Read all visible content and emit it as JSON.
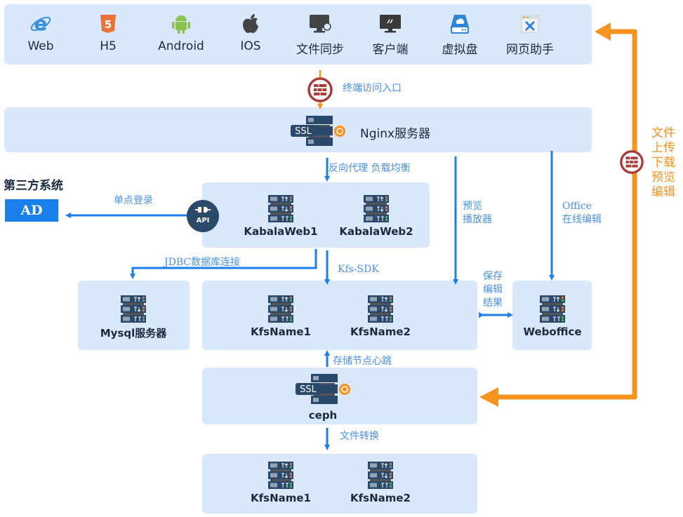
{
  "clients": [
    {
      "label": "Web",
      "icon": "ie-browser-icon"
    },
    {
      "label": "H5",
      "icon": "html5-icon"
    },
    {
      "label": "Android",
      "icon": "android-icon"
    },
    {
      "label": "IOS",
      "icon": "apple-icon"
    },
    {
      "label": "文件同步",
      "icon": "monitor-sync-icon"
    },
    {
      "label": "客户端",
      "icon": "desktop-client-icon"
    },
    {
      "label": "虚拟盘",
      "icon": "virtual-disk-icon"
    },
    {
      "label": "网页助手",
      "icon": "web-tool-icon"
    }
  ],
  "entry_label": "终端访问入口",
  "nginx": {
    "ssl": "SSL",
    "label": "Nginx服务器"
  },
  "third_party": {
    "title": "第三方系统",
    "ad": "AD",
    "sso_label": "单点登录",
    "api": "API"
  },
  "proxy_label": "反向代理 负载均衡",
  "web_nodes": [
    "KabalaWeb1",
    "KabalaWeb2"
  ],
  "preview_label": [
    "预览",
    "播放器"
  ],
  "office_label": [
    "Office",
    "在线编辑"
  ],
  "jdbc_label": "JDBC数据库连接",
  "sdk_label": "Kfs-SDK",
  "mysql": "Mysql服务器",
  "kfs_nodes": [
    "KfsName1",
    "KfsName2"
  ],
  "save_label": [
    "保存",
    "编辑",
    "结果"
  ],
  "weboffice": "Weboffice",
  "heartbeat_label": "存储节点心跳",
  "ceph": {
    "ssl": "SSL",
    "label": "ceph"
  },
  "convert_label": "文件转换",
  "storage_nodes": [
    "KfsName1",
    "KfsName2"
  ],
  "file_ops_label": [
    "文件",
    "上传",
    "下载",
    "预览",
    "编辑"
  ],
  "colors": {
    "panel": "#d9e8fb",
    "blue": "#1a7fe8",
    "orange": "#f7931e",
    "firewall": "#a83a3a",
    "server": "#2b4a6b",
    "ad": "#1a7fe8"
  }
}
